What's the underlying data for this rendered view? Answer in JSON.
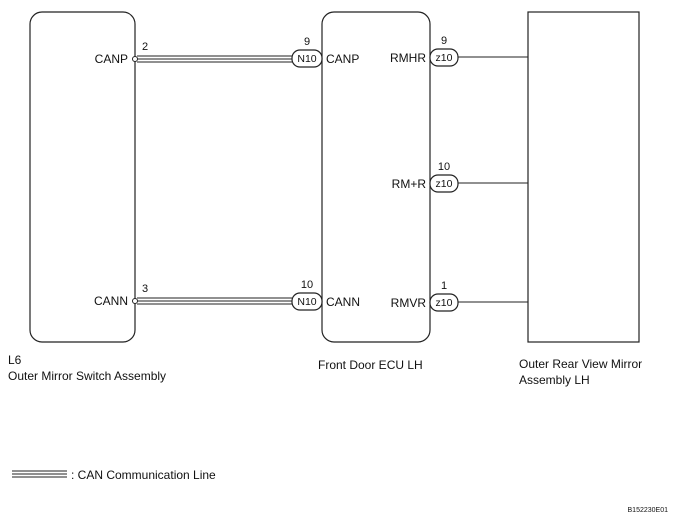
{
  "components": {
    "switch": {
      "code": "L6",
      "name": "Outer Mirror Switch Assembly"
    },
    "ecu": {
      "name": "Front Door ECU LH"
    },
    "mirror": {
      "name_line1": "Outer Rear View Mirror",
      "name_line2": "Assembly LH"
    }
  },
  "switch_pins": {
    "canp": {
      "terminal": "CANP",
      "pin": "2"
    },
    "cann": {
      "terminal": "CANN",
      "pin": "3"
    }
  },
  "ecu_left_pins": {
    "canp": {
      "terminal": "CANP",
      "pin": "9",
      "connector": "N10"
    },
    "cann": {
      "terminal": "CANN",
      "pin": "10",
      "connector": "N10"
    }
  },
  "ecu_right_pins": {
    "rmhr": {
      "terminal": "RMHR",
      "pin": "9",
      "connector": "z10"
    },
    "rmr": {
      "terminal": "RM+R",
      "pin": "10",
      "connector": "z10"
    },
    "rmvr": {
      "terminal": "RMVR",
      "pin": "1",
      "connector": "z10"
    }
  },
  "legend": {
    "text": ": CAN Communication Line"
  },
  "figure_code": "B152230E01"
}
